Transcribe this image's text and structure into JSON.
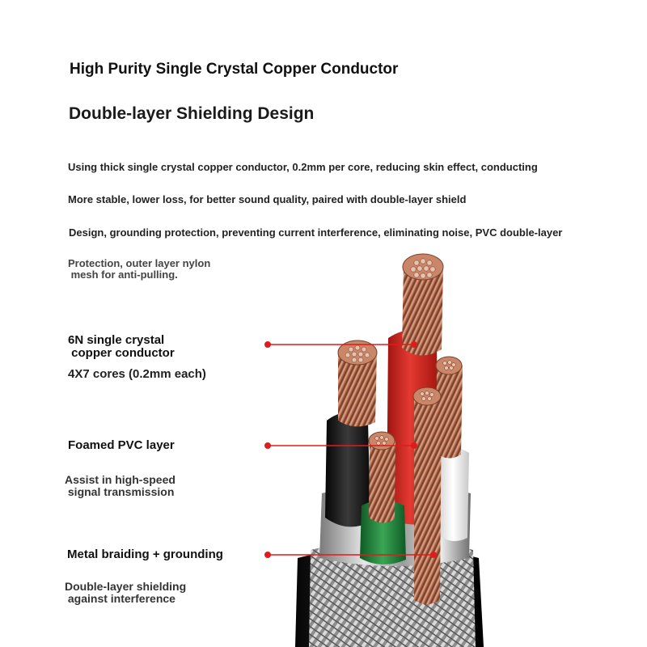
{
  "heading": {
    "line1": "High Purity Single Crystal Copper Conductor",
    "line2": "Double-layer Shielding Design"
  },
  "description": {
    "line1": "Using thick single crystal copper conductor, 0.2mm per core, reducing skin effect, conducting",
    "line2": "More stable, lower loss, for better sound quality, paired with double-layer shield",
    "line3": "Design, grounding protection, preventing current interference, eliminating noise, PVC double-layer",
    "line4": "Protection, outer layer nylon\n mesh for anti-pulling."
  },
  "callouts": [
    {
      "label": "6N single crystal\n copper conductor",
      "detail": "4X7 cores (0.2mm each)"
    },
    {
      "label": "Foamed PVC layer",
      "detail": "Assist in high-speed\n signal transmission"
    },
    {
      "label": "Metal braiding + grounding",
      "detail": "Double-layer shielding\n against interference"
    }
  ],
  "colors": {
    "callout_red": "#e11b1b",
    "copper": "#c07a5c",
    "red_insulation": "#d3241f",
    "green_insulation": "#1e8a3a",
    "white_insulation": "#f2f2f2",
    "black_insulation": "#151515"
  }
}
